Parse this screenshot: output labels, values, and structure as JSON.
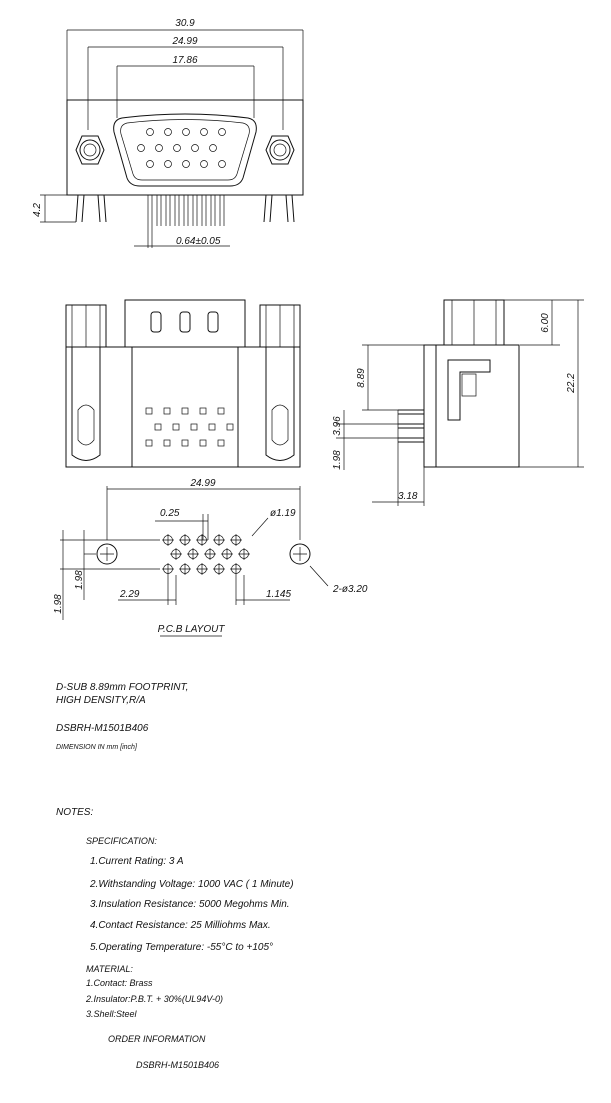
{
  "dimensions": {
    "overall_width": "30.9",
    "mount_spacing": "24.99",
    "shell_width": "17.86",
    "pin_length": "4.2",
    "pin_pitch": "0.64±0.05",
    "top_height": "6.00",
    "total_height": "22.2",
    "row_height": "8.89",
    "row_spacing_1": "3.96",
    "row_spacing_2": "1.98",
    "side_offset": "3.18",
    "pcb_spacing": "24.99",
    "pcb_offset": "0.25",
    "pcb_hole": "ø1.19",
    "pcb_mount": "2-ø3.20",
    "pcb_v1": "1.98",
    "pcb_v2": "1.98",
    "pcb_left": "2.29",
    "pcb_right": "1.145"
  },
  "pcb_layout_label": "P.C.B LAYOUT",
  "title": {
    "line1": "D-SUB 8.89mm FOOTPRINT,",
    "line2": "HIGH DENSITY,R/A",
    "part_number": "DSBRH-M1501B406",
    "units": "DIMENSION IN mm [inch]"
  },
  "notes": {
    "heading": "NOTES:",
    "spec_heading": "SPECIFICATION:",
    "spec": [
      "1.Current Rating: 3 A",
      "2.Withstanding Voltage: 1000 VAC ( 1 Minute)",
      "3.Insulation Resistance: 5000 Megohms Min.",
      "4.Contact Resistance: 25 Milliohms Max.",
      "5.Operating Temperature: -55°C to +105°"
    ],
    "material_heading": "MATERIAL:",
    "material": [
      "1.Contact: Brass",
      "2.Insulator:P.B.T. + 30%(UL94V-0)",
      "3.Shell:Steel"
    ],
    "order_heading": "ORDER INFORMATION",
    "order_part": "DSBRH-M1501B406"
  }
}
